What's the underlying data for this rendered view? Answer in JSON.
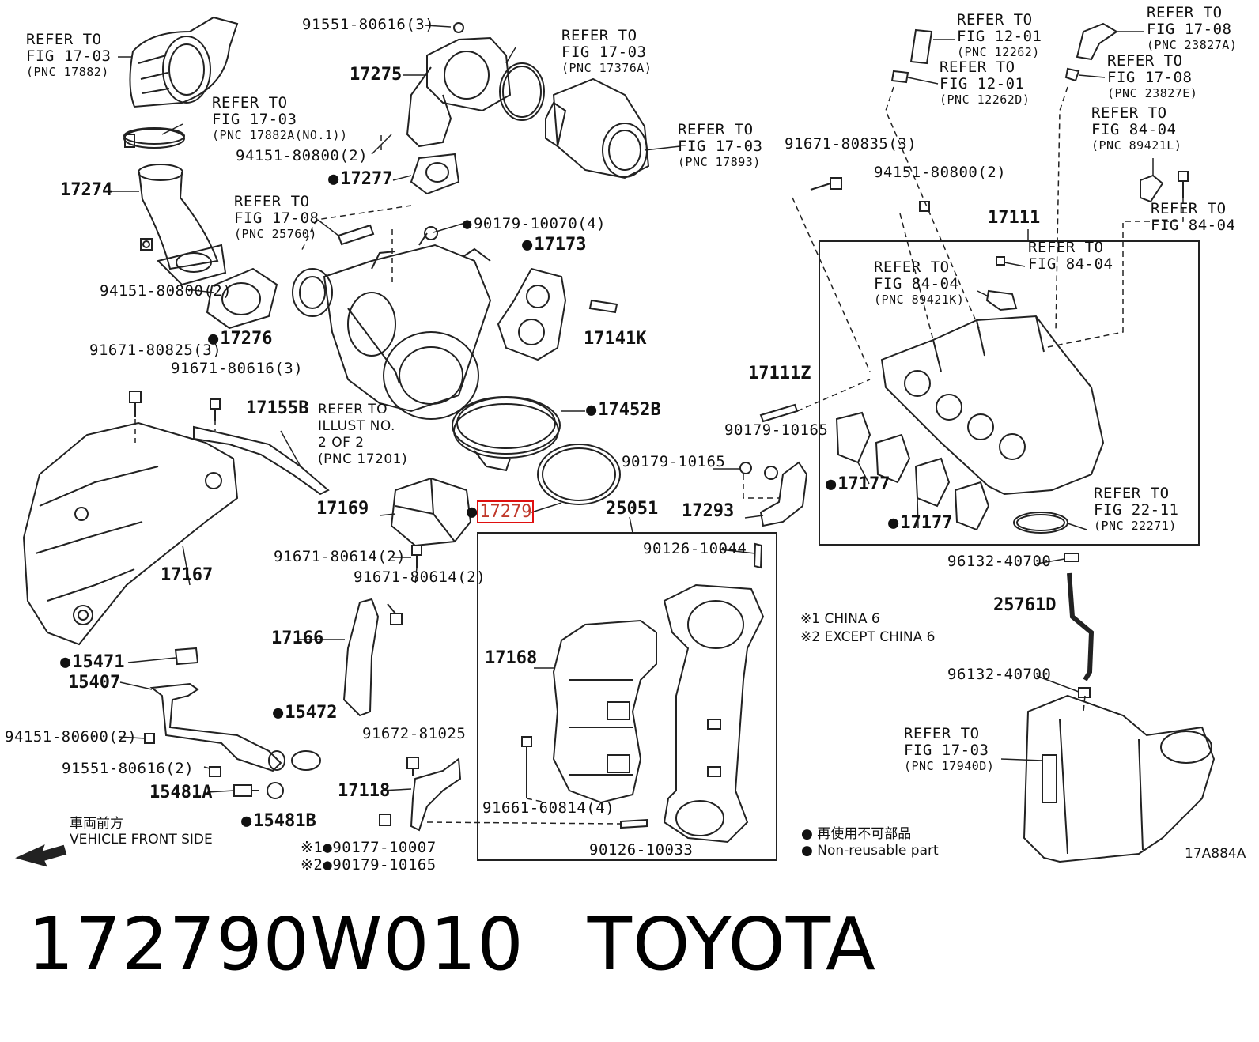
{
  "part_number": "172790W010",
  "brand": "TOYOTA",
  "drawing_code": "17A884A",
  "legend": {
    "nonreusable_cn": "再使用不可部品",
    "nonreusable_en": "Non-reusable part",
    "note1": "※1 CHINA 6",
    "note2": "※2 EXCEPT CHINA 6",
    "front_cn": "車両前方",
    "front_en": "VEHICLE FRONT SIDE"
  },
  "refs": {
    "r1": {
      "l1": "REFER TO",
      "l2": "FIG 17-03",
      "l3": "(PNC 17882)"
    },
    "r2": {
      "l1": "REFER TO",
      "l2": "FIG 17-03",
      "l3": "(PNC 17882A(NO.1))"
    },
    "r3": {
      "l1": "REFER TO",
      "l2": "FIG 17-03",
      "l3": "(PNC 17376A)"
    },
    "r4": {
      "l1": "REFER TO",
      "l2": "FIG 17-03",
      "l3": "(PNC 17893)"
    },
    "r5": {
      "l1": "REFER TO",
      "l2": "FIG 17-08",
      "l3": "(PNC 25760)"
    },
    "r6": {
      "l1": "REFER TO",
      "l2": "ILLUST NO.",
      "l3": "2 OF 2",
      "l4": "(PNC 17201)"
    },
    "r7": {
      "l1": "REFER TO",
      "l2": "FIG 12-01",
      "l3": "(PNC 12262)"
    },
    "r8": {
      "l1": "REFER TO",
      "l2": "FIG 12-01",
      "l3": "(PNC 12262D)"
    },
    "r9": {
      "l1": "REFER TO",
      "l2": "FIG 17-08",
      "l3": "(PNC 23827A)"
    },
    "r10": {
      "l1": "REFER TO",
      "l2": "FIG 17-08",
      "l3": "(PNC 23827E)"
    },
    "r11": {
      "l1": "REFER TO",
      "l2": "FIG 84-04",
      "l3": "(PNC 89421L)"
    },
    "r12": {
      "l1": "REFER TO",
      "l2": "FIG 84-04"
    },
    "r13": {
      "l1": "REFER TO",
      "l2": "FIG 84-04"
    },
    "r14": {
      "l1": "REFER TO",
      "l2": "FIG 84-04",
      "l3": "(PNC 89421K)"
    },
    "r15": {
      "l1": "REFER TO",
      "l2": "FIG 22-11",
      "l3": "(PNC 22271)"
    },
    "r16": {
      "l1": "REFER TO",
      "l2": "FIG 17-03",
      "l3": "(PNC 17940D)"
    }
  },
  "labels": {
    "p_91551_80616_3": "91551-80616(3)",
    "p_17275": "17275",
    "p_94151_80800_2a": "94151-80800(2)",
    "p_17277": "17277",
    "p_17274": "17274",
    "p_90179_10070_4": "90179-10070(4)",
    "p_17173": "17173",
    "p_94151_80800_2b": "94151-80800(2)",
    "p_17276": "17276",
    "p_17141K": "17141K",
    "p_91671_80825_3": "91671-80825(3)",
    "p_91671_80616_3": "91671-80616(3)",
    "p_17155B": "17155B",
    "p_17452B": "17452B",
    "p_90179_10165a": "90179-10165",
    "p_90179_10165b": "90179-10165",
    "p_17169": "17169",
    "p_17279": "17279",
    "p_25051": "25051",
    "p_17293": "17293",
    "p_91671_80614_2a": "91671-80614(2)",
    "p_91671_80614_2b": "91671-80614(2)",
    "p_17167": "17167",
    "p_90126_10044": "90126-10044",
    "p_17166": "17166",
    "p_15471": "15471",
    "p_15407": "15407",
    "p_17168": "17168",
    "p_15472": "15472",
    "p_94151_80600_2": "94151-80600(2)",
    "p_91672_81025": "91672-81025",
    "p_91551_80616_2": "91551-80616(2)",
    "p_15481A": "15481A",
    "p_17118": "17118",
    "p_15481B": "15481B",
    "p_91661_60814_4": "91661-60814(4)",
    "p_90126_10033": "90126-10033",
    "p_90177_10007": "90177-10007",
    "p_90179_10165c": "90179-10165",
    "p_91671_80835_3": "91671-80835(3)",
    "p_94151_80800_2c": "94151-80800(2)",
    "p_17111": "17111",
    "p_17111Z": "17111Z",
    "p_17177a": "17177",
    "p_17177b": "17177",
    "p_96132_40700a": "96132-40700",
    "p_25761D": "25761D",
    "p_96132_40700b": "96132-40700"
  },
  "marks": {
    "m1": "※1",
    "m2": "※2"
  }
}
